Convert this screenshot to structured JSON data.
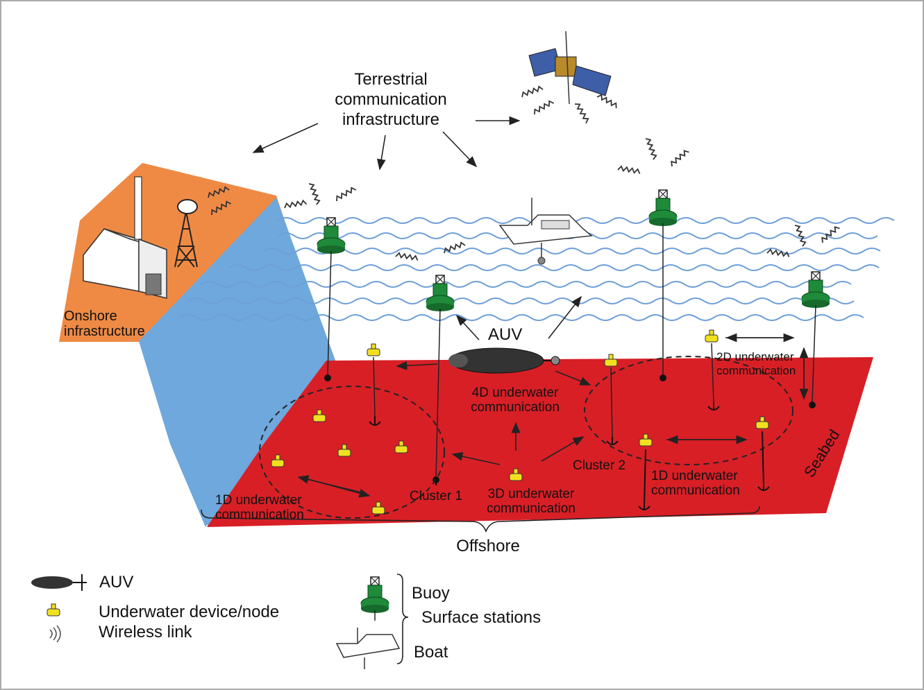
{
  "labels": {
    "terrestrial_1": "Terrestrial",
    "terrestrial_2": "communication",
    "terrestrial_3": "infrastructure",
    "onshore_1": "Onshore",
    "onshore_2": "infrastructure",
    "auv": "AUV",
    "comm_4d_1": "4D underwater",
    "comm_4d_2": "communication",
    "comm_2d_1": "2D underwater",
    "comm_2d_2": "communication",
    "comm_3d_1": "3D underwater",
    "comm_3d_2": "communication",
    "comm_1d_left_1": "1D underwater",
    "comm_1d_left_2": "communication",
    "comm_1d_right_1": "1D underwater",
    "comm_1d_right_2": "communication",
    "cluster_1": "Cluster 1",
    "cluster_2": "Cluster 2",
    "seabed": "Seabed",
    "offshore": "Offshore"
  },
  "legend": {
    "auv": "AUV",
    "node": "Underwater device/node",
    "wireless": "Wireless link",
    "buoy": "Buoy",
    "surface_stations": "Surface stations",
    "boat": "Boat"
  },
  "colors": {
    "land": "#ef8a45",
    "sea_wall": "#6ea8dc",
    "seabed": "#d81f26",
    "buoy": "#1e8a3a",
    "node": "#f0e020",
    "wave": "#6f9fd8"
  }
}
